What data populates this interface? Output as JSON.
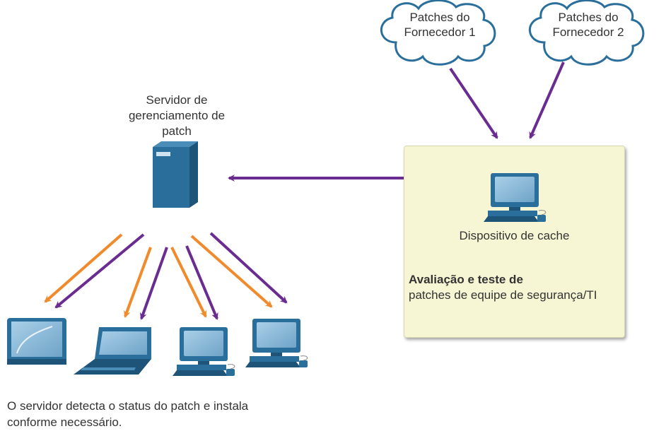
{
  "clouds": [
    {
      "line1": "Patches do",
      "line2": "Fornecedor 1"
    },
    {
      "line1": "Patches do",
      "line2": "Fornecedor 2"
    }
  ],
  "server": {
    "line1": "Servidor de",
    "line2": "gerenciamento de",
    "line3": "patch"
  },
  "cache_box": {
    "device_label": "Dispositivo de cache",
    "heading": "Avaliação e teste de",
    "subtext": "patches de equipe de segurança/TI"
  },
  "caption": {
    "line1": "O servidor detecta o status do patch e instala",
    "line2": "conforme necessário."
  },
  "colors": {
    "purple_arrow": "#6b2c91",
    "orange_arrow": "#f08a2b",
    "device_blue": "#2a6f9b",
    "cloud_border": "#2a6f9b"
  },
  "clients": [
    {
      "icon": "tablet-icon"
    },
    {
      "icon": "laptop-icon"
    },
    {
      "icon": "desktop-icon"
    },
    {
      "icon": "desktop-icon"
    }
  ]
}
